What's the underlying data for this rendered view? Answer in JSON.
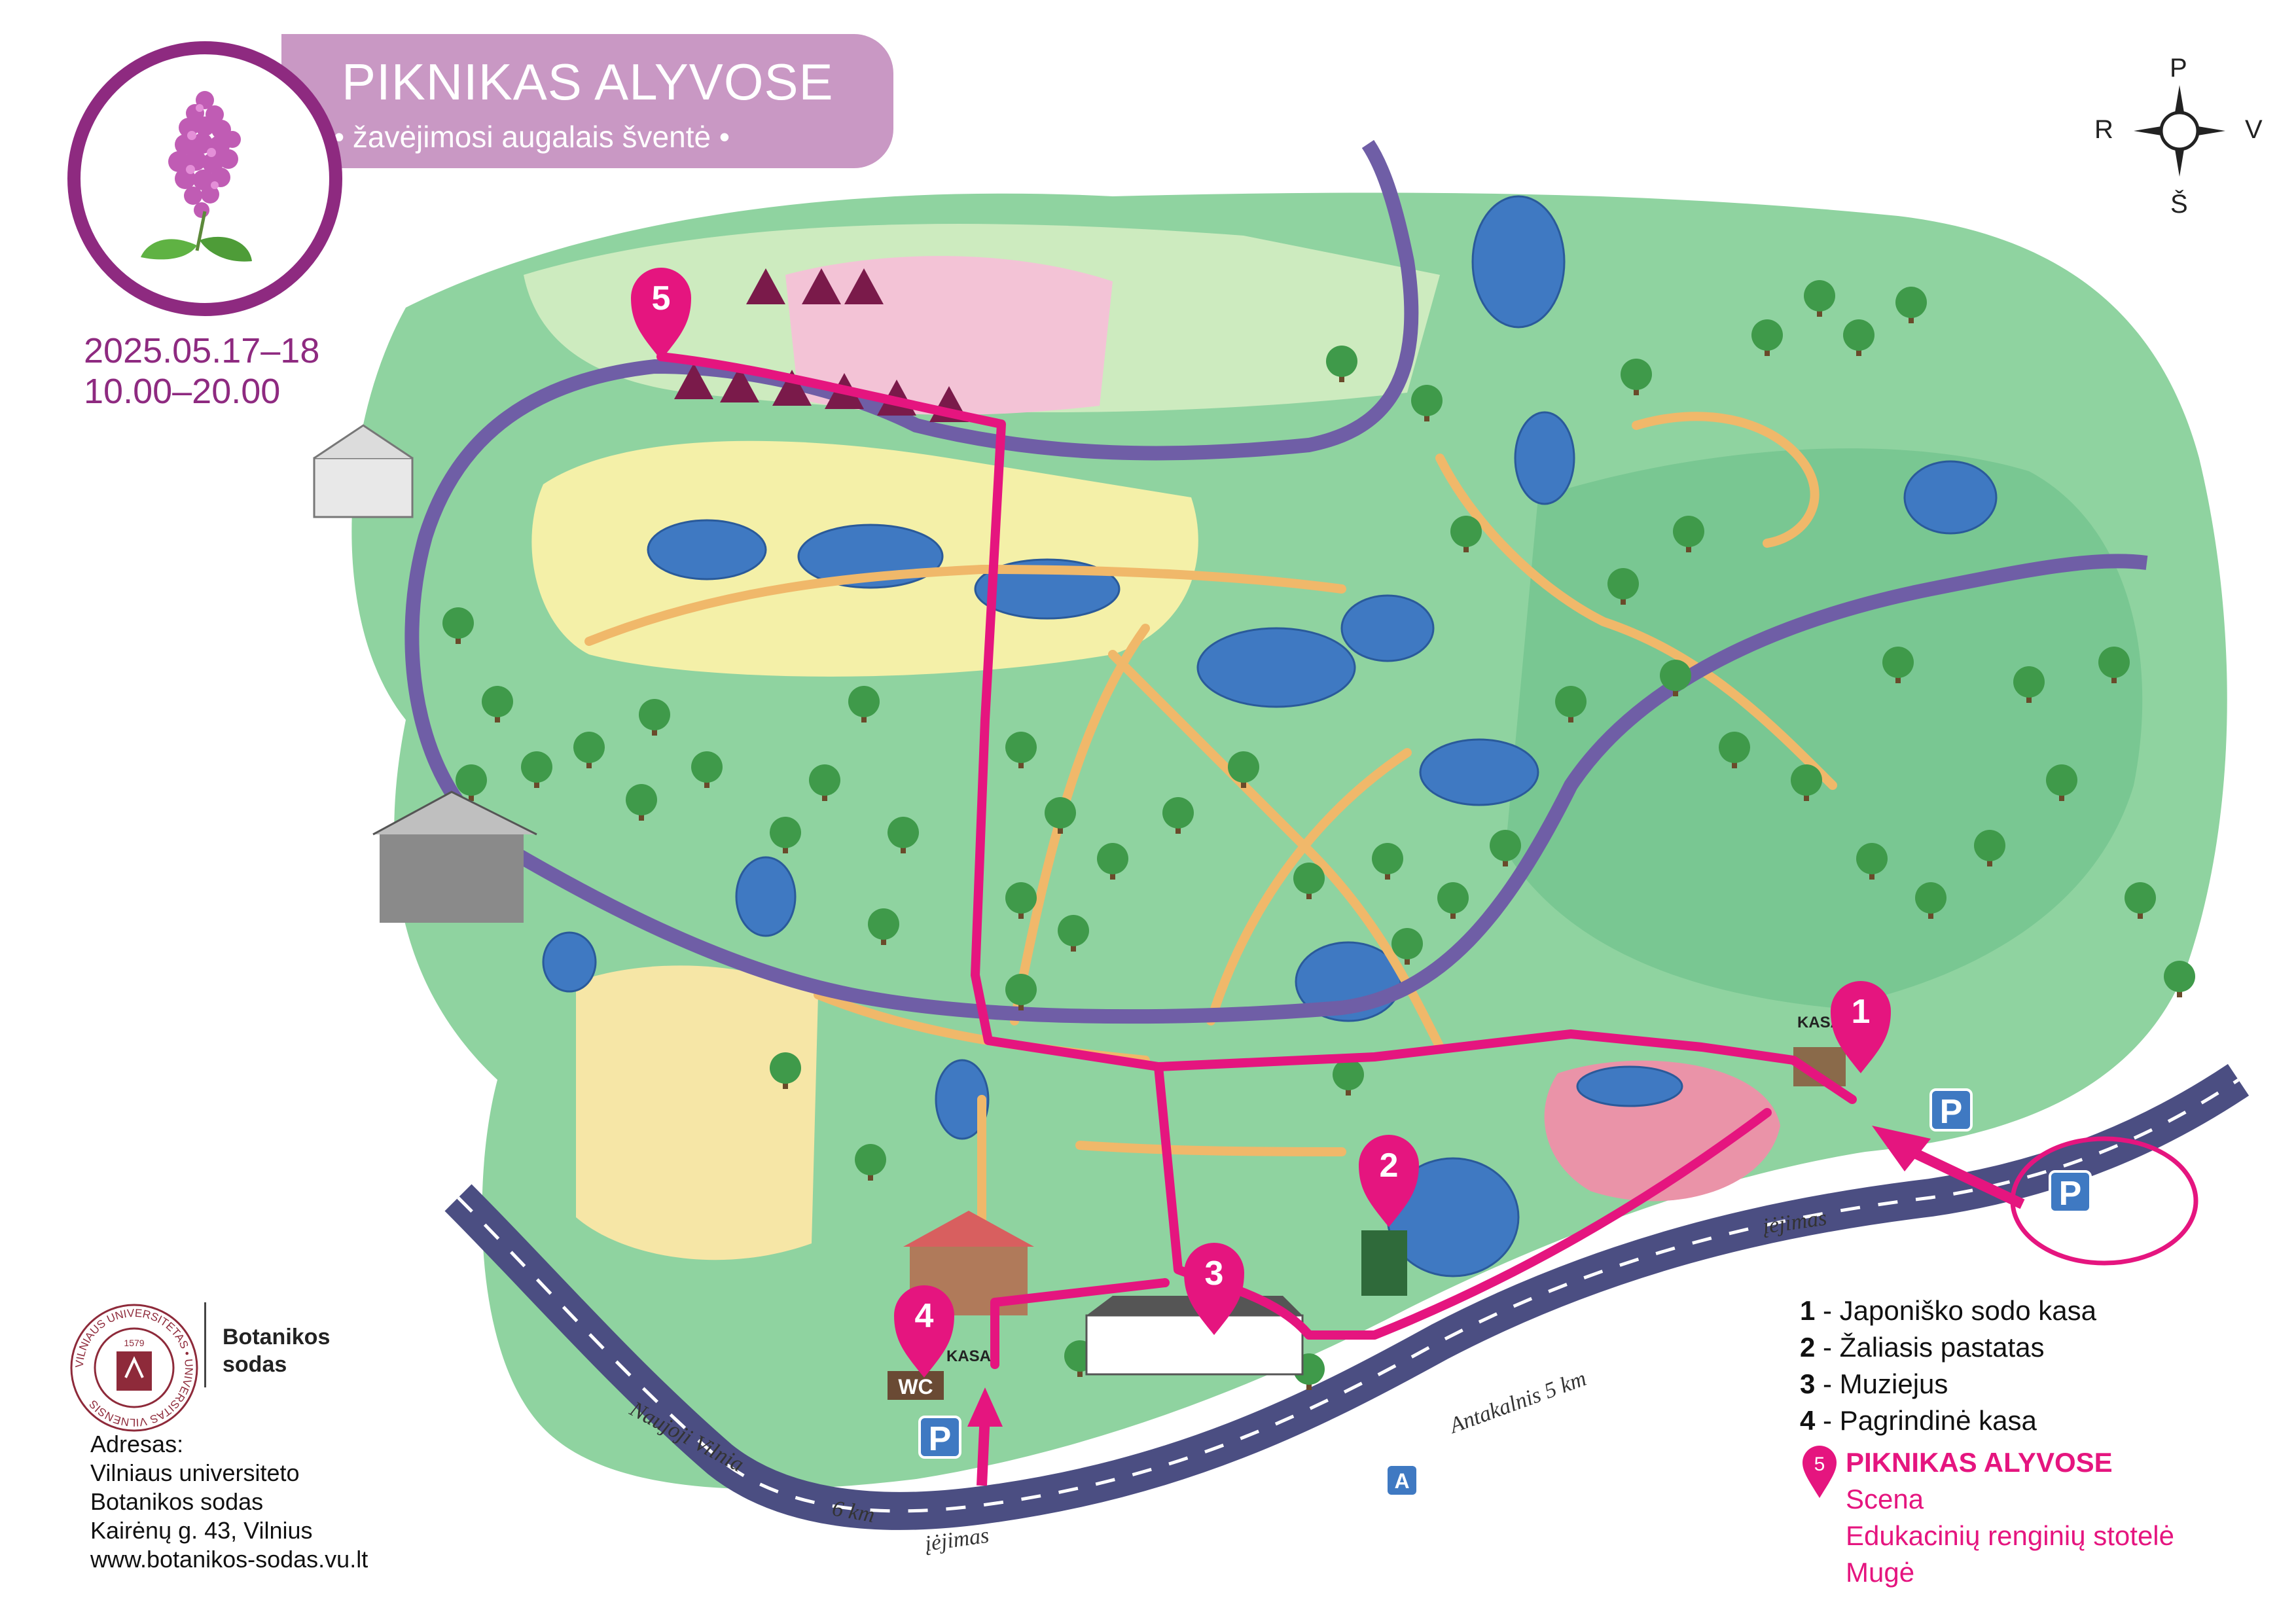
{
  "header": {
    "title": "PIKNIKAS ALYVOSE",
    "subtitle": "• žavėjimosi augalais šventė •"
  },
  "event": {
    "dates": "2025.05.17–18",
    "hours": "10.00–20.00"
  },
  "compass": {
    "north": "P",
    "west": "R",
    "east": "V",
    "south": "Š"
  },
  "map_labels": {
    "pins": [
      "1",
      "2",
      "3",
      "4",
      "5"
    ],
    "kasa_1": "KASA",
    "kasa_4": "KASA",
    "wc": "WC",
    "parking": "P",
    "entrance_1": "įėjimas",
    "entrance_2": "įėjimas",
    "road_left": "Naujoji Vilnia",
    "road_left_km": "6 km",
    "road_right": "Antakalnis 5 km",
    "bus_stop": "A"
  },
  "legend": {
    "items": [
      {
        "num": "1",
        "text": " - Japoniško sodo kasa"
      },
      {
        "num": "2",
        "text": " - Žaliasis pastatas"
      },
      {
        "num": "3",
        "text": " - Muziejus"
      },
      {
        "num": "4",
        "text": " - Pagrindinė kasa"
      }
    ],
    "event_pin": "5",
    "event_title": "PIKNIKAS ALYVOSE",
    "event_lines": [
      "Scena",
      "Edukacinių renginių stotelė",
      "Mugė"
    ]
  },
  "org": {
    "university_ring": "VILNIAUS UNIVERSITETAS • UNIVERSITAS VILNENSIS",
    "year": "1579",
    "name_line1": "Botanikos",
    "name_line2": "sodas"
  },
  "address": {
    "label": "Adresas:",
    "lines": [
      "Vilniaus universiteto",
      "Botanikos sodas",
      "Kairėnų g. 43, Vilnius",
      "www.botanikos-sodas.vu.lt"
    ]
  },
  "colors": {
    "accent_pink": "#e5157f",
    "brand_purple": "#8e2a80",
    "title_bg": "#c998c4",
    "road_purple": "#6f5ea6",
    "grass": "#8fcf8a",
    "water": "#3f79c2"
  }
}
